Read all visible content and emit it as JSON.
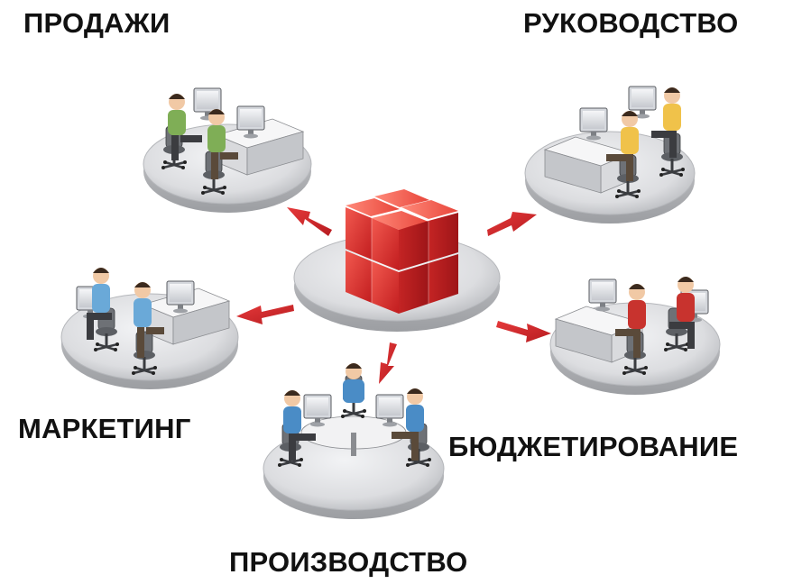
{
  "labels": {
    "sales": "ПРОДАЖИ",
    "management": "РУКОВОДСТВО",
    "marketing": "МАРКЕТИНГ",
    "budgeting": "БЮДЖЕТИРОВАНИЕ",
    "production": "ПРОИЗВОДСТВО"
  },
  "colors": {
    "arrow": "#d6282b",
    "cube": "#e0352e",
    "platform": "#e2e3e6",
    "shirt_sales": "#7fae56",
    "shirt_mgmt": "#f0c24a",
    "shirt_marketing": "#6aa9d8",
    "shirt_budget": "#c8332e",
    "shirt_prod": "#4a8cc6"
  }
}
